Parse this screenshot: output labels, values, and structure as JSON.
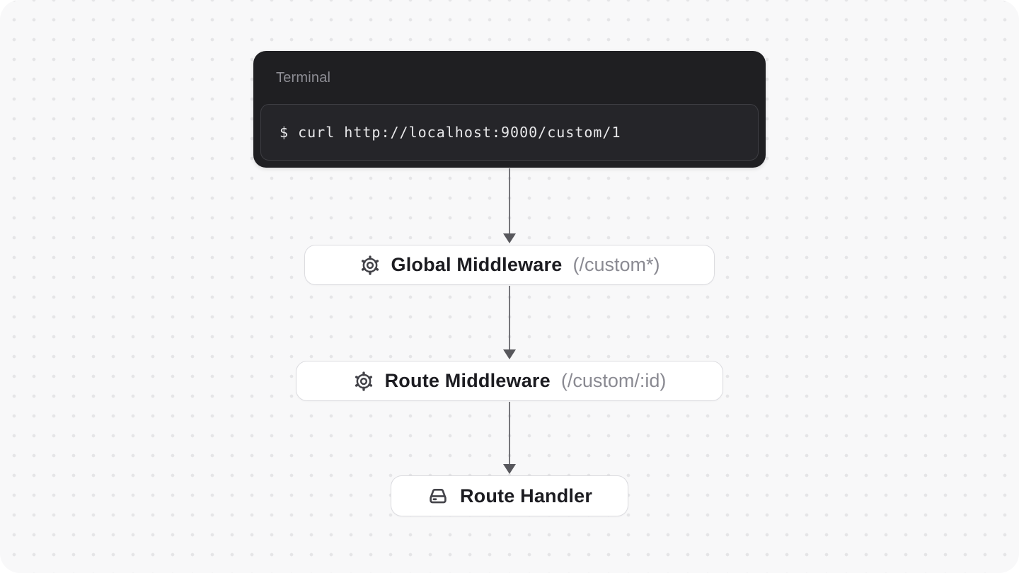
{
  "terminal": {
    "title": "Terminal",
    "command": "$ curl http://localhost:9000/custom/1"
  },
  "nodes": [
    {
      "icon": "gear-icon",
      "title": "Global Middleware",
      "sub": "(/custom*)"
    },
    {
      "icon": "gear-icon",
      "title": "Route Middleware",
      "sub": "(/custom/:id)"
    },
    {
      "icon": "hard-drive-icon",
      "title": "Route Handler"
    }
  ],
  "arrows": [
    {
      "from": "terminal",
      "to": "global-middleware"
    },
    {
      "from": "global-middleware",
      "to": "route-middleware"
    },
    {
      "from": "route-middleware",
      "to": "route-handler"
    }
  ],
  "colors": {
    "page_bg": "#ffffff",
    "panel_bg": "#f8f8f9",
    "dot": "#e5e5e7",
    "terminal_bg": "#1f1f22",
    "terminal_inner_bg": "#252529",
    "terminal_inner_border": "#3e3e43",
    "terminal_title": "#8e8e95",
    "terminal_text": "#e8e8ea",
    "node_bg": "#ffffff",
    "node_border": "#dcdce0",
    "node_title": "#1c1c21",
    "node_sub": "#8a8a92",
    "icon": "#434349",
    "arrow_line": "#76767b",
    "arrow_head": "#57575c"
  }
}
